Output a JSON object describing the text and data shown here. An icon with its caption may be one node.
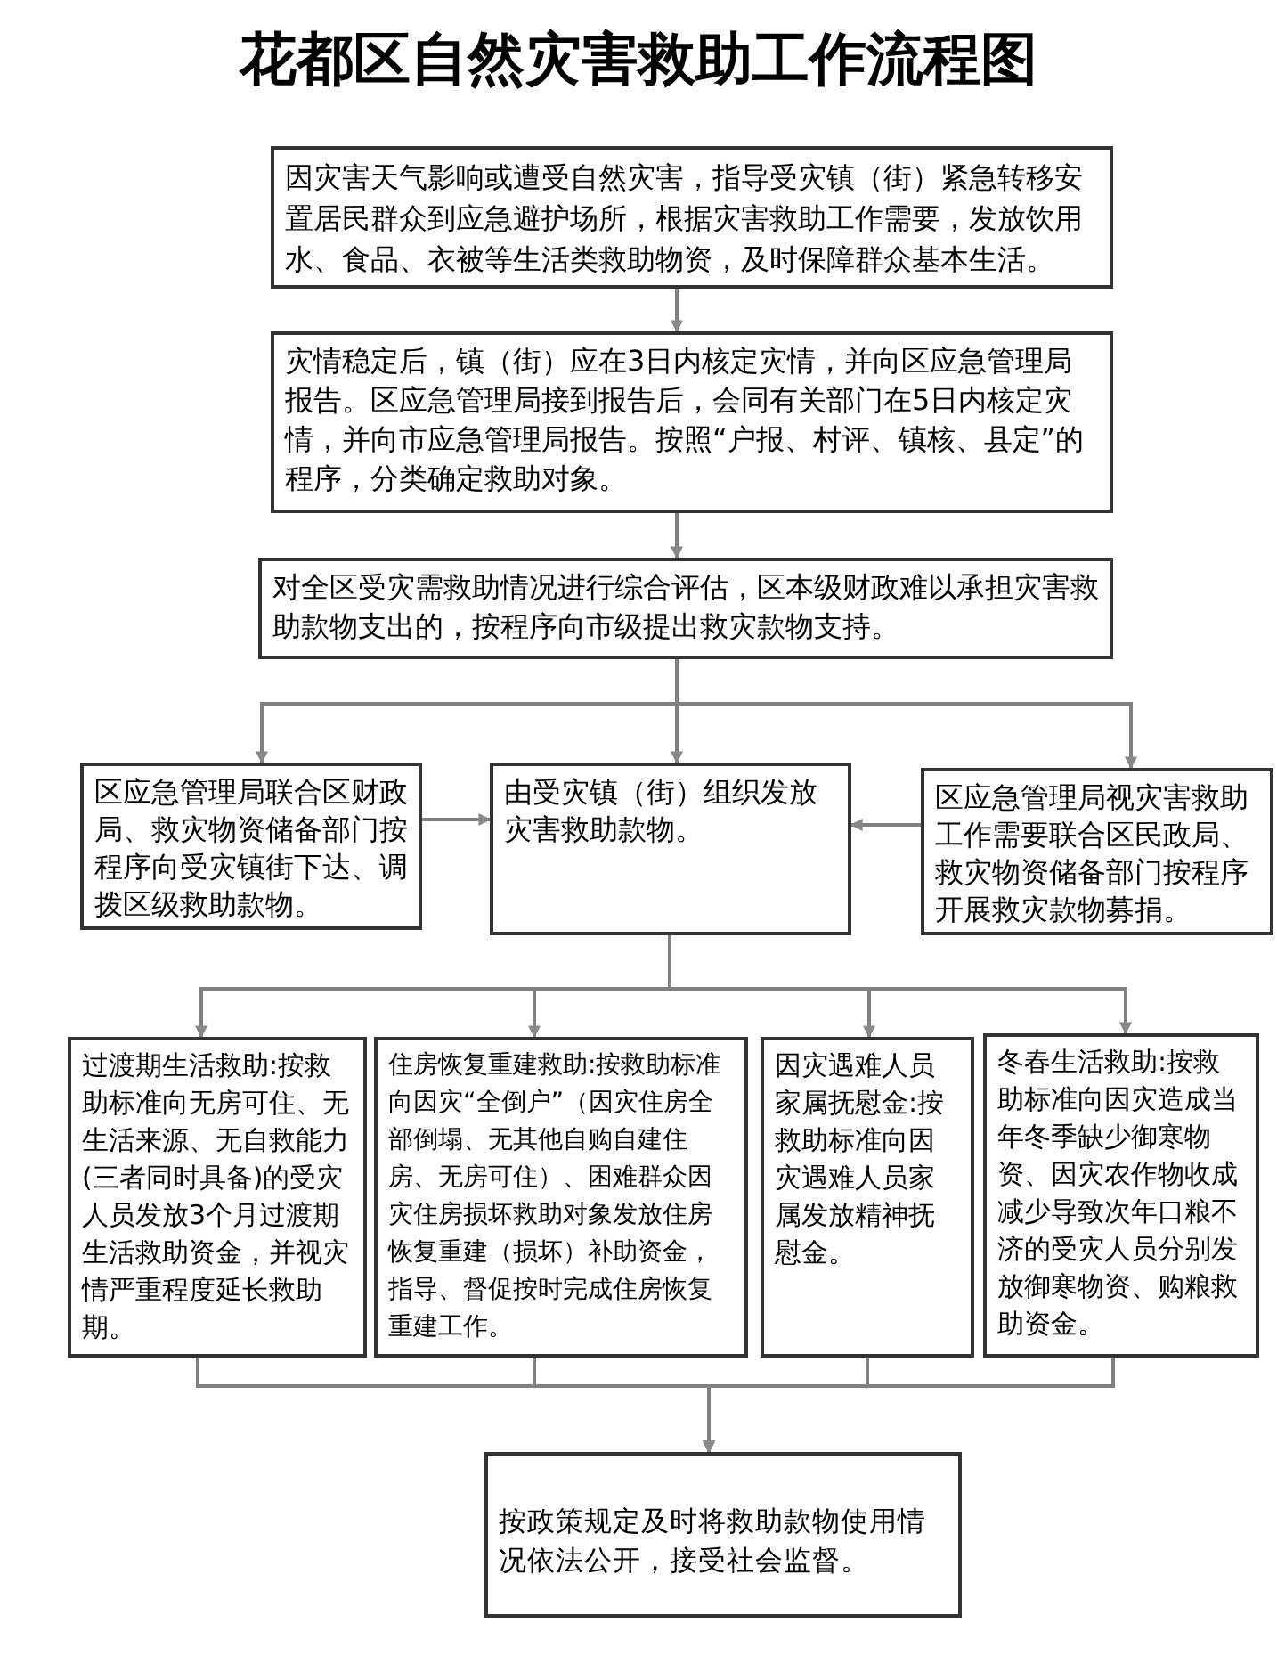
{
  "diagram": {
    "title": "花都区自然灾害救助工作流程图",
    "nodes": [
      {
        "text": [
          "因灾害天气影响或遭受自然灾害，指导受灾镇（街）紧急转移安置居民群众到应急避护场所，根据灾害救助工作需要，发放饮用水、食品、衣被等生活类救助物资，及时保障群众基本生活。"
        ]
      },
      {
        "text": [
          "灾情稳定后，镇（街）应在3日内核定灾情，并向区应急管理局报告。区应急管理局接到报告后，会同有关部门在5日内核定灾情，并向市应急管理局报告。按照“户报、村评、镇核、县定”的程序，分类确定救助对象。"
        ]
      },
      {
        "text": [
          "对全区受灾需救助情况进行综合评估，区本级财政难以承担灾害救助款物支出的，按程序向市级提出救灾款物支持。"
        ]
      },
      {
        "text": [
          "区应急管理局联合区财政局、救灾物资储备部门按程序向受灾镇街下达、调拨区级救助款物。"
        ]
      },
      {
        "text": [
          "由受灾镇（街）组织发放灾害救助款物。"
        ]
      },
      {
        "text": [
          "区应急管理局视灾害救助工作需要联合区民政局、救灾物资储备部门按程序开展救灾款物募捐。"
        ]
      },
      {
        "text": [
          "过渡期生活救助:按救助标准向无房可住、无生活来源、无自救能力(三者同时具备)的受灾人员发放3个月过渡期生活救助资金，并视灾情严重程度延长救助期。"
        ]
      },
      {
        "text": [
          "住房恢复重建救助:按救助标准向因灾“全倒户”（因灾住房全部倒塌、无其他自购自建住房、无房可住）、困难群众因灾住房损坏救助对象发放住房恢复重建（损坏）补助资金，指导、督促按时完成住房恢复重建工作。"
        ]
      },
      {
        "text": [
          "因灾遇难人员家属抚慰金:按救助标准向因灾遇难人员家属发放精神抚慰金。"
        ]
      },
      {
        "text": [
          "冬春生活救助:按救助标准向因灾造成当年冬季缺少御寒物资、因灾农作物收成减少导致次年口粮不济的受灾人员分别发放御寒物资、购粮救助资金。"
        ]
      },
      {
        "text": [
          "按政策规定及时将救助款物使用情况依法公开，接受社会监督。"
        ]
      }
    ],
    "edges": [
      {
        "from": 0,
        "to": 1,
        "arrow": "to"
      },
      {
        "from": 1,
        "to": 2,
        "arrow": "to"
      },
      {
        "from": 2,
        "to": 3,
        "arrow": "to"
      },
      {
        "from": 2,
        "to": 4,
        "arrow": "to"
      },
      {
        "from": 2,
        "to": 5,
        "arrow": "to"
      },
      {
        "from": 3,
        "to": 4,
        "arrow": "to"
      },
      {
        "from": 5,
        "to": 4,
        "arrow": "to"
      },
      {
        "from": 4,
        "to": 6,
        "arrow": "to"
      },
      {
        "from": 4,
        "to": 7,
        "arrow": "to"
      },
      {
        "from": 4,
        "to": 8,
        "arrow": "to"
      },
      {
        "from": 4,
        "to": 9,
        "arrow": "to"
      },
      {
        "from": 6,
        "to": 10,
        "arrow": "to"
      },
      {
        "from": 7,
        "to": 10,
        "arrow": "to"
      },
      {
        "from": 8,
        "to": 10,
        "arrow": "to"
      },
      {
        "from": 9,
        "to": 10,
        "arrow": "to"
      }
    ]
  }
}
